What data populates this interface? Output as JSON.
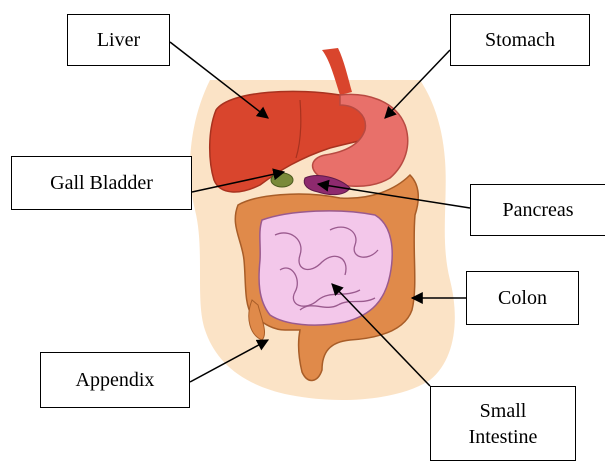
{
  "labels": {
    "liver": "Liver",
    "stomach": "Stomach",
    "gall_bladder": "Gall Bladder",
    "pancreas": "Pancreas",
    "colon": "Colon",
    "appendix": "Appendix",
    "small_intestine_line1": "Small",
    "small_intestine_line2": "Intestine"
  },
  "colors": {
    "body_skin": "#fbe3c6",
    "liver": "#d9452d",
    "stomach": "#e8706a",
    "colon": "#e08a4a",
    "small_intestine": "#f3c7ea",
    "pancreas": "#8e2a6e"
  }
}
